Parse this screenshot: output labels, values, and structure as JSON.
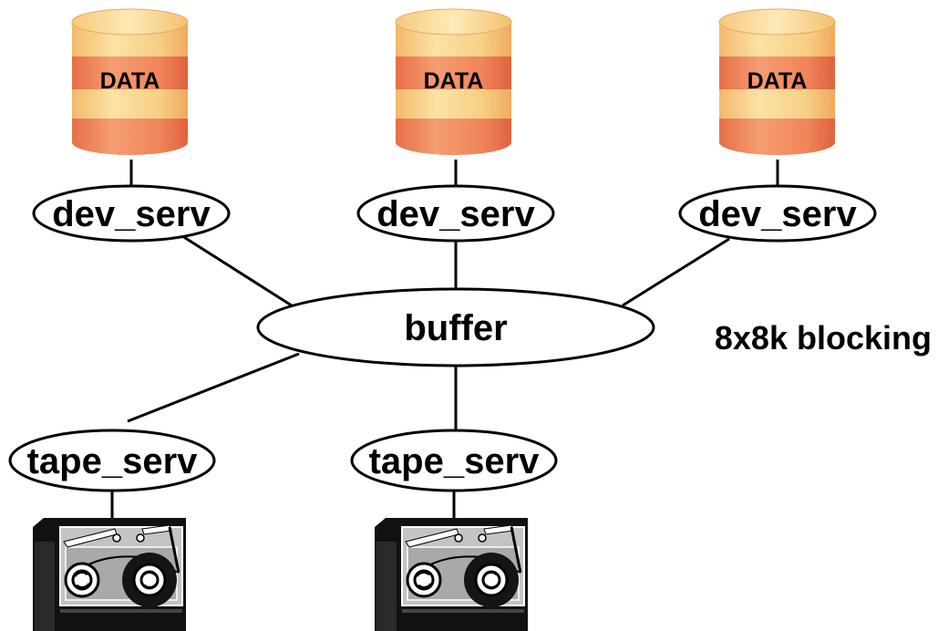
{
  "databases": [
    {
      "label": "DATA"
    },
    {
      "label": "DATA"
    },
    {
      "label": "DATA"
    }
  ],
  "device_servers": [
    {
      "label": "dev_serv"
    },
    {
      "label": "dev_serv"
    },
    {
      "label": "dev_serv"
    }
  ],
  "buffer": {
    "label": "buffer"
  },
  "blocking_note": "8x8k blocking",
  "tape_servers": [
    {
      "label": "tape_serv"
    },
    {
      "label": "tape_serv"
    }
  ],
  "colors": {
    "db_light": "#f9d88f",
    "db_dark": "#ef8558",
    "db_top": "#fbe3a4",
    "tape_body": "#111111",
    "tape_panel": "#bdbdbd"
  }
}
